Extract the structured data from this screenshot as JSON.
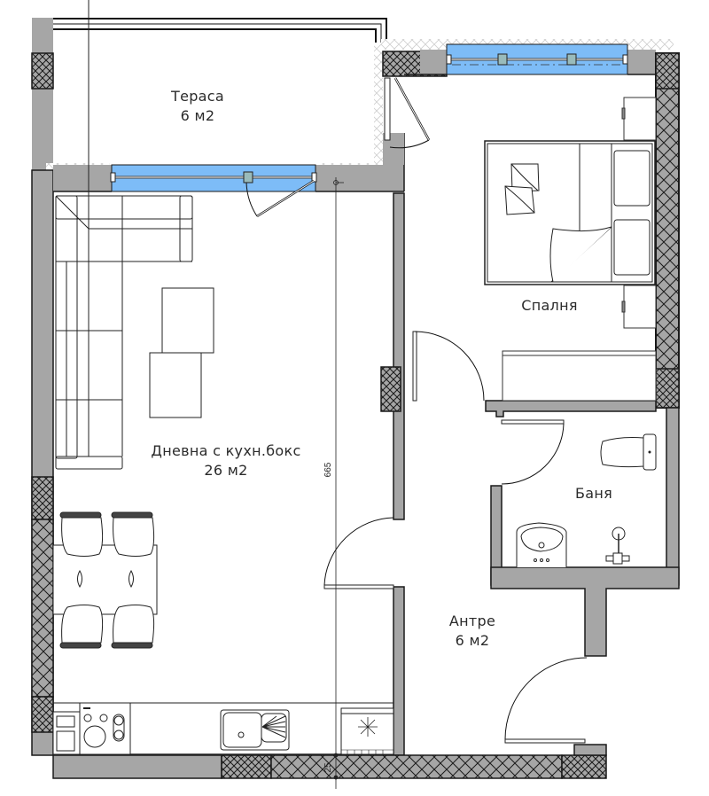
{
  "plan": {
    "rooms": [
      {
        "id": "terrace",
        "name": "Тераса",
        "area": "6 м2"
      },
      {
        "id": "living",
        "name": "Дневна с кухн.бокс",
        "area": "26 м2"
      },
      {
        "id": "bedroom",
        "name": "Спалня",
        "area": ""
      },
      {
        "id": "bathroom",
        "name": "Баня",
        "area": ""
      },
      {
        "id": "hallway",
        "name": "Антре",
        "area": "6 м2"
      }
    ],
    "dimensions": {
      "living_vertical": "665",
      "wall_thickness": "25"
    },
    "colors": {
      "wall_fill": "#a6a6a6",
      "wall_stroke": "#1a1a1a",
      "window_glass": "#7dbcf7",
      "line": "#222222",
      "background": "#ffffff"
    },
    "icons": {
      "stove": "stove-icon",
      "sink": "kitchen-sink-icon",
      "fridge": "fridge-icon",
      "bed": "bed-icon",
      "sofa": "corner-sofa-icon",
      "table": "dining-table-icon",
      "toilet": "toilet-icon",
      "washbasin": "washbasin-icon",
      "shower": "shower-icon"
    }
  }
}
